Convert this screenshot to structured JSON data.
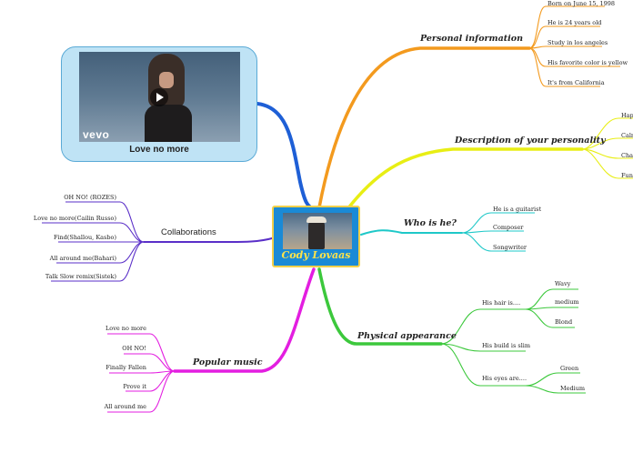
{
  "center": {
    "title": "Cody Lovaas"
  },
  "video": {
    "title": "Love no more",
    "brand": "vevo"
  },
  "colors": {
    "personal": "#f39a1e",
    "personality": "#e8ee14",
    "who": "#1ec8c8",
    "physical": "#3cc83c",
    "popular": "#e31ee0",
    "collab": "#5a2fc8",
    "video_link": "#1e5fd6",
    "center_bg": "#1a8ad6",
    "center_border": "#f2d04a",
    "center_text": "#ffe34a"
  },
  "personal": {
    "label": "Personal information",
    "items": [
      "Born on June 15, 1998",
      "He is 24 years old",
      "Study in los angeles",
      "His favorite color is yellow",
      "It's from California"
    ]
  },
  "personality": {
    "label": "Description of your personality",
    "items": [
      "Happ",
      "Calm",
      "Cha",
      "Funn"
    ]
  },
  "who": {
    "label": "Who is he?",
    "items": [
      "He is a guitarist",
      "Composer",
      "Songwriter"
    ]
  },
  "physical": {
    "label": "Physical appearance",
    "hair": {
      "label": "His hair is....",
      "items": [
        "Wavy",
        "medium",
        "Blond"
      ]
    },
    "build": "His build is slim",
    "eyes": {
      "label": "His eyes are....",
      "items": [
        "Green",
        "Medium"
      ]
    }
  },
  "collab": {
    "label": "Collaborations",
    "items": [
      "OH NO! (ROZES)",
      "Love no more(Cailin Russo)",
      "Find(Shallou, Kasbo)",
      "All around me(Bahari)",
      "Talk Slow remix(Sistek)"
    ]
  },
  "popular": {
    "label": "Popular music",
    "items": [
      "Love no more",
      "OH NO!",
      "Finally Fallen",
      "Prove it",
      "All around me"
    ]
  }
}
